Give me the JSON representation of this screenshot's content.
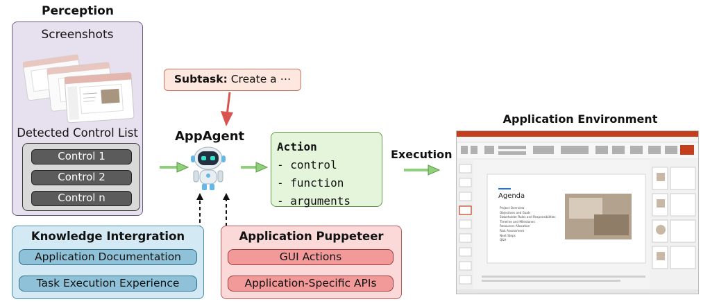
{
  "perception": {
    "title": "Perception",
    "screenshots_label": "Screenshots",
    "detected_label": "Detected Control List",
    "controls": [
      "Control 1",
      "Control 2",
      "Control n"
    ]
  },
  "subtask": {
    "prefix": "Subtask:",
    "text": " Create a ⋯"
  },
  "agent": {
    "label": "AppAgent"
  },
  "action": {
    "title": "Action",
    "items": [
      "- control",
      "- function",
      "- arguments"
    ]
  },
  "execution": {
    "label": "Execution"
  },
  "environment": {
    "title": "Application Environment",
    "slide_title": "Agenda",
    "agenda_items": [
      "Project Overview",
      "Objectives and Goals",
      "Stakeholder Roles and Responsibilities",
      "Timeline and Milestones",
      "Resources Allocation",
      "Risk Assessment",
      "Next Steps",
      "Q&A"
    ]
  },
  "knowledge": {
    "title": "Knowledge Intergration",
    "items": [
      "Application Documentation",
      "Task Execution Experience"
    ]
  },
  "puppeteer": {
    "title": "Application Puppeteer",
    "items": [
      "GUI Actions",
      "Application-Specific APIs"
    ]
  },
  "colors": {
    "perception_bg": "#e7e1ef",
    "knowledge_bg": "#d3e9f3",
    "puppeteer_bg": "#fbd9d9",
    "action_bg": "#e5f5dc",
    "subtask_bg": "#fde7de",
    "arrow_green": "#8fd17a",
    "arrow_red": "#d9534f"
  }
}
